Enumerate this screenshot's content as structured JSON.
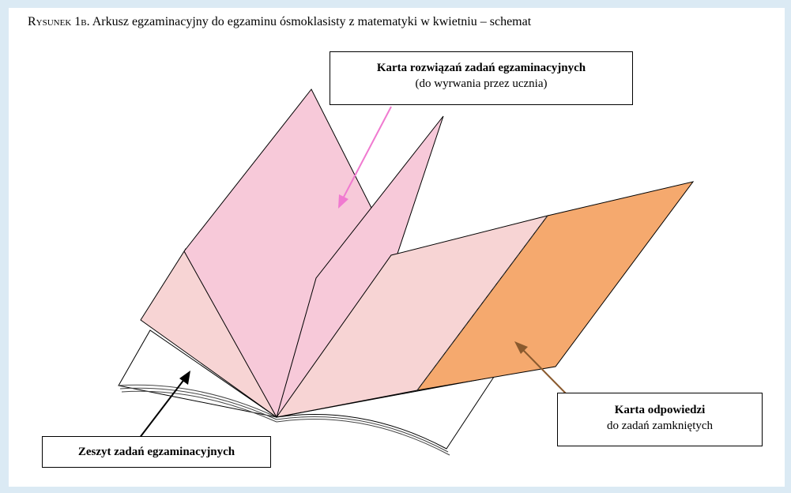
{
  "caption": {
    "prefix": "Rysunek 1b.",
    "text": " Arkusz egzaminacyjny do egzaminu ósmoklasisty z matematyki w kwietniu – schemat"
  },
  "labels": {
    "karta_rozwiazan": {
      "title": "Karta rozwiązań zadań egzaminacyjnych",
      "subtitle": "(do wyrwania przez ucznia)"
    },
    "karta_odpowiedzi": {
      "title": "Karta odpowiedzi",
      "subtitle": "do zadań zamkniętych"
    },
    "zeszyt": {
      "title": "Zeszyt zadań egzaminacyjnych"
    }
  },
  "colors": {
    "background": "#dbeaf4",
    "pink_sheet": "#f7c9d9",
    "light_sheet": "#f7d4d4",
    "orange_sheet": "#f5a96e",
    "pink_arrow": "#f07ad0",
    "orange_arrow": "#8a5a2e"
  }
}
